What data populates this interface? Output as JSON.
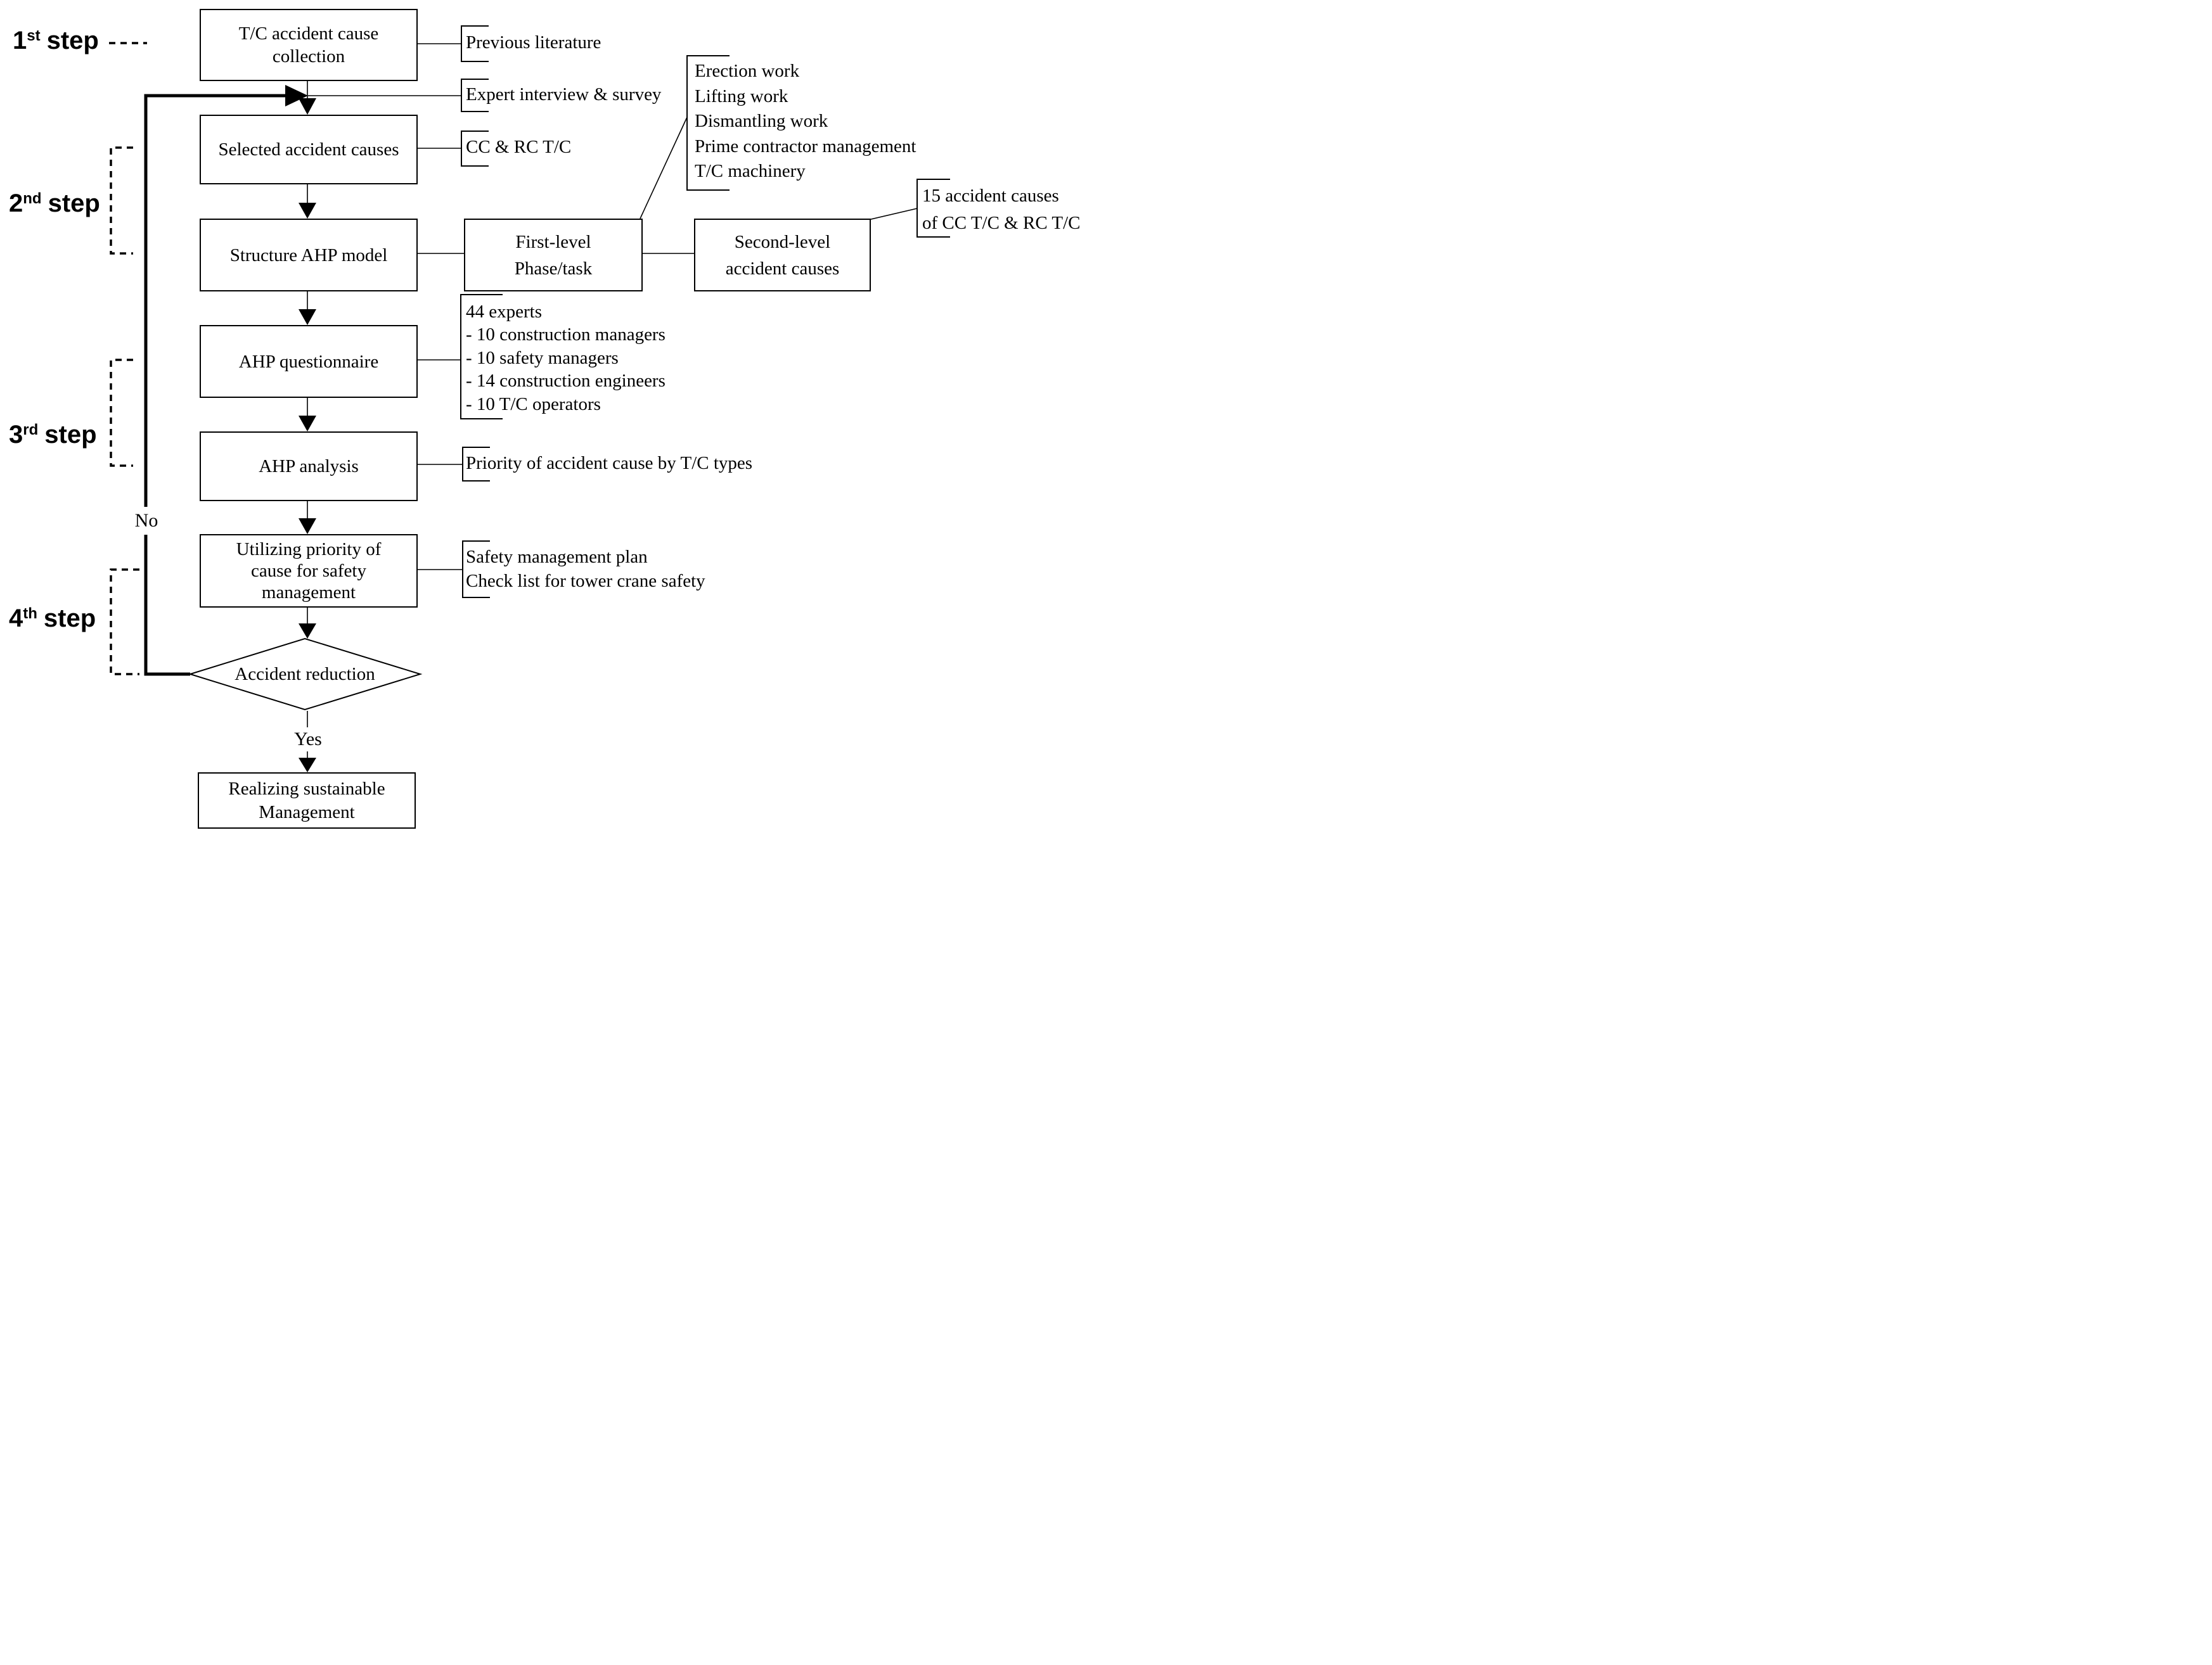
{
  "figure": {
    "background": "#ffffff",
    "line_color": "#000000",
    "text_color": "#000000"
  },
  "steps": [
    {
      "num": "1",
      "ord": "st",
      "word": "step"
    },
    {
      "num": "2",
      "ord": "nd",
      "word": "step"
    },
    {
      "num": "3",
      "ord": "rd",
      "word": "step"
    },
    {
      "num": "4",
      "ord": "th",
      "word": "step"
    }
  ],
  "flow": {
    "collection": {
      "lines": [
        "T/C accident cause",
        "collection"
      ]
    },
    "selected": {
      "line": "Selected accident causes"
    },
    "structure": {
      "line": "Structure AHP model"
    },
    "questionnaire": {
      "line": "AHP questionnaire"
    },
    "analysis": {
      "line": "AHP analysis"
    },
    "utilizing": {
      "lines": [
        "Utilizing priority of",
        "cause for safety",
        "management"
      ]
    },
    "decision": {
      "line": "Accident reduction"
    },
    "realizing": {
      "lines": [
        "Realizing sustainable",
        "Management"
      ]
    },
    "yes_label": "Yes",
    "no_label": "No"
  },
  "model": {
    "first_level": {
      "lines": [
        "First-level",
        "Phase/task"
      ]
    },
    "second_level": {
      "lines": [
        "Second-level",
        "accident causes"
      ]
    }
  },
  "annotations": {
    "previous_literature": "Previous literature",
    "expert_interview": "Expert interview & survey",
    "cc_rc": "CC & RC T/C",
    "phase_task_items": [
      "Erection work",
      "Lifting work",
      "Dismantling work",
      "Prime contractor management",
      "T/C machinery"
    ],
    "fifteen_causes": [
      "15 accident causes",
      "of CC T/C & RC T/C"
    ],
    "experts": [
      "44 experts",
      "- 10 construction managers",
      "- 10 safety managers",
      "- 14 construction engineers",
      "- 10 T/C operators"
    ],
    "priority": "Priority of accident cause by T/C types",
    "safety_outputs": [
      "Safety management plan",
      "Check list for tower crane safety"
    ]
  }
}
